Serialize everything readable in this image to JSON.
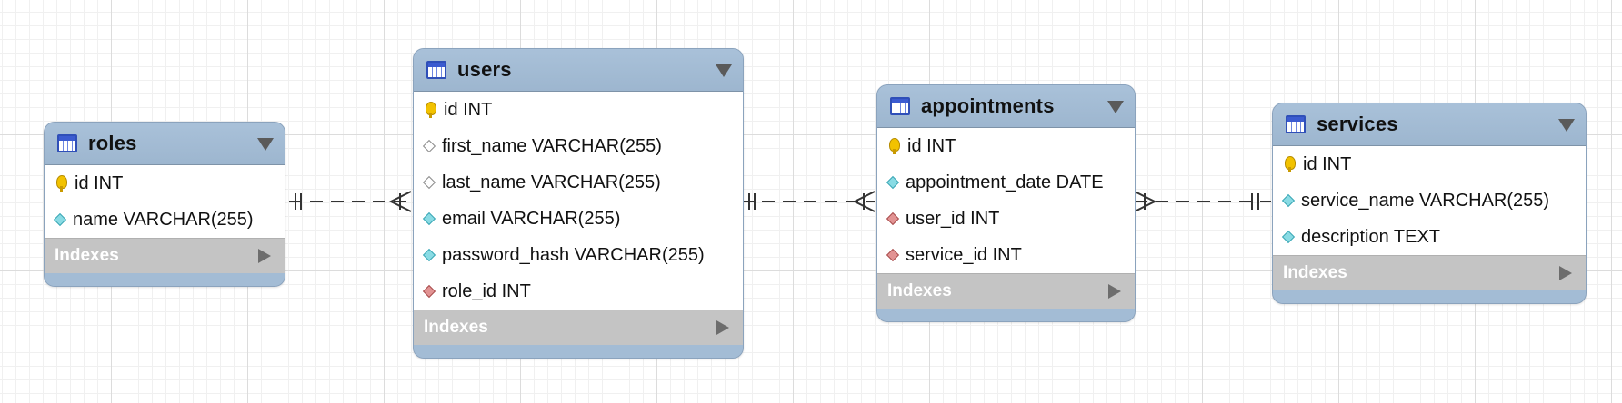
{
  "colors": {
    "header": "#a3bcd5",
    "indexes": "#c4c4c4",
    "connector": "#333333",
    "key_icon": "#f2c200",
    "column_icon": "#89dbe4",
    "fk_icon": "#e29393"
  },
  "entities": {
    "roles": {
      "title": "roles",
      "columns": [
        {
          "text": "id INT",
          "icon": "primary-key-icon"
        },
        {
          "text": "name VARCHAR(255)",
          "icon": "column-diamond-icon"
        }
      ],
      "indexes_label": "Indexes"
    },
    "users": {
      "title": "users",
      "columns": [
        {
          "text": "id INT",
          "icon": "primary-key-icon"
        },
        {
          "text": "first_name VARCHAR(255)",
          "icon": "nullable-column-icon"
        },
        {
          "text": "last_name VARCHAR(255)",
          "icon": "nullable-column-icon"
        },
        {
          "text": "email VARCHAR(255)",
          "icon": "column-diamond-icon"
        },
        {
          "text": "password_hash VARCHAR(255)",
          "icon": "column-diamond-icon"
        },
        {
          "text": "role_id INT",
          "icon": "foreign-key-icon"
        }
      ],
      "indexes_label": "Indexes"
    },
    "appointments": {
      "title": "appointments",
      "columns": [
        {
          "text": "id INT",
          "icon": "primary-key-icon"
        },
        {
          "text": "appointment_date DATE",
          "icon": "column-diamond-icon"
        },
        {
          "text": "user_id INT",
          "icon": "foreign-key-icon"
        },
        {
          "text": "service_id INT",
          "icon": "foreign-key-icon"
        }
      ],
      "indexes_label": "Indexes"
    },
    "services": {
      "title": "services",
      "columns": [
        {
          "text": "id INT",
          "icon": "primary-key-icon"
        },
        {
          "text": "service_name VARCHAR(255)",
          "icon": "column-diamond-icon"
        },
        {
          "text": "description TEXT",
          "icon": "column-diamond-icon"
        }
      ],
      "indexes_label": "Indexes"
    }
  },
  "relationships": [
    {
      "from": "roles",
      "to": "users",
      "cardinality": "one-to-many"
    },
    {
      "from": "users",
      "to": "appointments",
      "cardinality": "one-to-many"
    },
    {
      "from": "services",
      "to": "appointments",
      "cardinality": "one-to-many"
    }
  ]
}
